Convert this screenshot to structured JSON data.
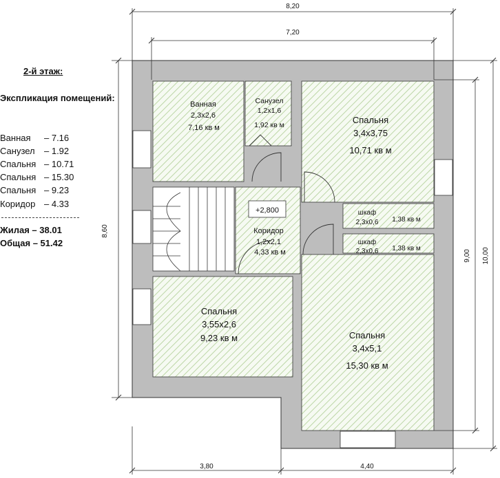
{
  "legend": {
    "title": "2-й этаж:",
    "explication": "Экспликация помещений:",
    "rows": [
      {
        "name": "Ванная",
        "value": "– 7.16"
      },
      {
        "name": "Санузел",
        "value": "– 1.92"
      },
      {
        "name": "Спальня",
        "value": "– 10.71"
      },
      {
        "name": "Спальня",
        "value": "– 15.30"
      },
      {
        "name": "Спальня",
        "value": "– 9.23"
      },
      {
        "name": "Коридор",
        "value": "– 4.33"
      }
    ],
    "living_label": "Жилая – 38.01",
    "total_label": "Общая – 51.42"
  },
  "rooms": {
    "bath": {
      "name": "Ванная",
      "dims": "2,3х2,6",
      "area": "7,16 кв м"
    },
    "wc": {
      "name": "Санузел",
      "dims": "1,2х1,6",
      "area": "1,92 кв м"
    },
    "bed_ne": {
      "name": "Спальня",
      "dims": "3,4х3,75",
      "area": "10,71 кв м"
    },
    "closet1": {
      "name": "шкаф",
      "dims": "2,3х0,6",
      "area": "1,38 кв м"
    },
    "closet2": {
      "name": "шкаф",
      "dims": "2,3х0,6",
      "area": "1,38 кв м"
    },
    "corridor": {
      "name": "Коридор",
      "dims": "1,2х2,1",
      "area": "4,33 кв м"
    },
    "bed_sw": {
      "name": "Спальня",
      "dims": "3,55х2,6",
      "area": "9,23 кв м"
    },
    "bed_se": {
      "name": "Спальня",
      "dims": "3,4х5,1",
      "area": "15,30 кв м"
    }
  },
  "level_mark": "+2,800",
  "dimensions": {
    "top_outer": "8,20",
    "top_inner": "7,20",
    "left_height": "8,60",
    "right_inner": "9,00",
    "right_outer": "10,00",
    "bottom_left": "3,80",
    "bottom_right": "4,40"
  },
  "colors": {
    "wall": "#bdbdbd",
    "hatch": "#bcd6a6",
    "room_bg": "#f6faf2"
  }
}
